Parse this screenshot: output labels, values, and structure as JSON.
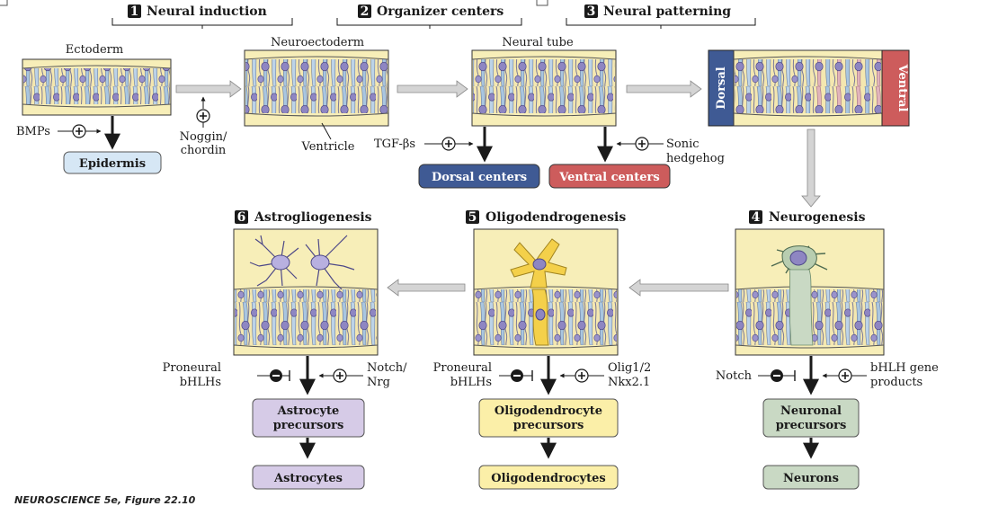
{
  "steps": {
    "s1": {
      "num": "1",
      "title": "Neural induction"
    },
    "s2": {
      "num": "2",
      "title": "Organizer centers"
    },
    "s3": {
      "num": "3",
      "title": "Neural patterning"
    },
    "s4": {
      "num": "4",
      "title": "Neurogenesis"
    },
    "s5": {
      "num": "5",
      "title": "Oligodendrogenesis"
    },
    "s6": {
      "num": "6",
      "title": "Astrogliogenesis"
    }
  },
  "top_labels": {
    "ectoderm": "Ectoderm",
    "neuroectoderm": "Neuroectoderm",
    "neural_tube": "Neural tube",
    "ventricle": "Ventricle",
    "bmps": "BMPs",
    "noggin": "Noggin/",
    "chordin": "chordin",
    "tgf": "TGF-βs",
    "sonic": "Sonic",
    "hedgehog": "hedgehog",
    "dorsal": "Dorsal",
    "ventral": "Ventral"
  },
  "boxes": {
    "epidermis": "Epidermis",
    "dorsal_centers": "Dorsal centers",
    "ventral_centers": "Ventral centers",
    "astro_prec_1": "Astrocyte",
    "astro_prec_2": "precursors",
    "astrocytes": "Astrocytes",
    "oligo_prec_1": "Oligodendrocyte",
    "oligo_prec_2": "precursors",
    "oligodendrocytes": "Oligodendrocytes",
    "neur_prec_1": "Neuronal",
    "neur_prec_2": "precursors",
    "neurons": "Neurons"
  },
  "factors": {
    "astro_left_1": "Proneural",
    "astro_left_2": "bHLHs",
    "astro_right_1": "Notch/",
    "astro_right_2": "Nrg",
    "oligo_left_1": "Proneural",
    "oligo_left_2": "bHLHs",
    "oligo_right_1": "Olig1/2",
    "oligo_right_2": "Nkx2.1",
    "neuro_left": "Notch",
    "neuro_right_1": "bHLH gene",
    "neuro_right_2": "products"
  },
  "credit": "NEUROSCIENCE 5e, Figure 22.10",
  "colors": {
    "tissue_bg": "#f7eeb8",
    "tissue_edge": "#d9c27a",
    "cell_blue": "#a9c6e0",
    "nucleus": "#8e86c2",
    "dorsal": "#3f5a94",
    "ventral": "#cd5c5c",
    "epidermis_box": "#d6e7f5",
    "astro_box": "#d6cbe7",
    "oligo_box": "#fbefa8",
    "neuron_box": "#c9d9c4",
    "gray_arrow": "#d4d4d4"
  }
}
